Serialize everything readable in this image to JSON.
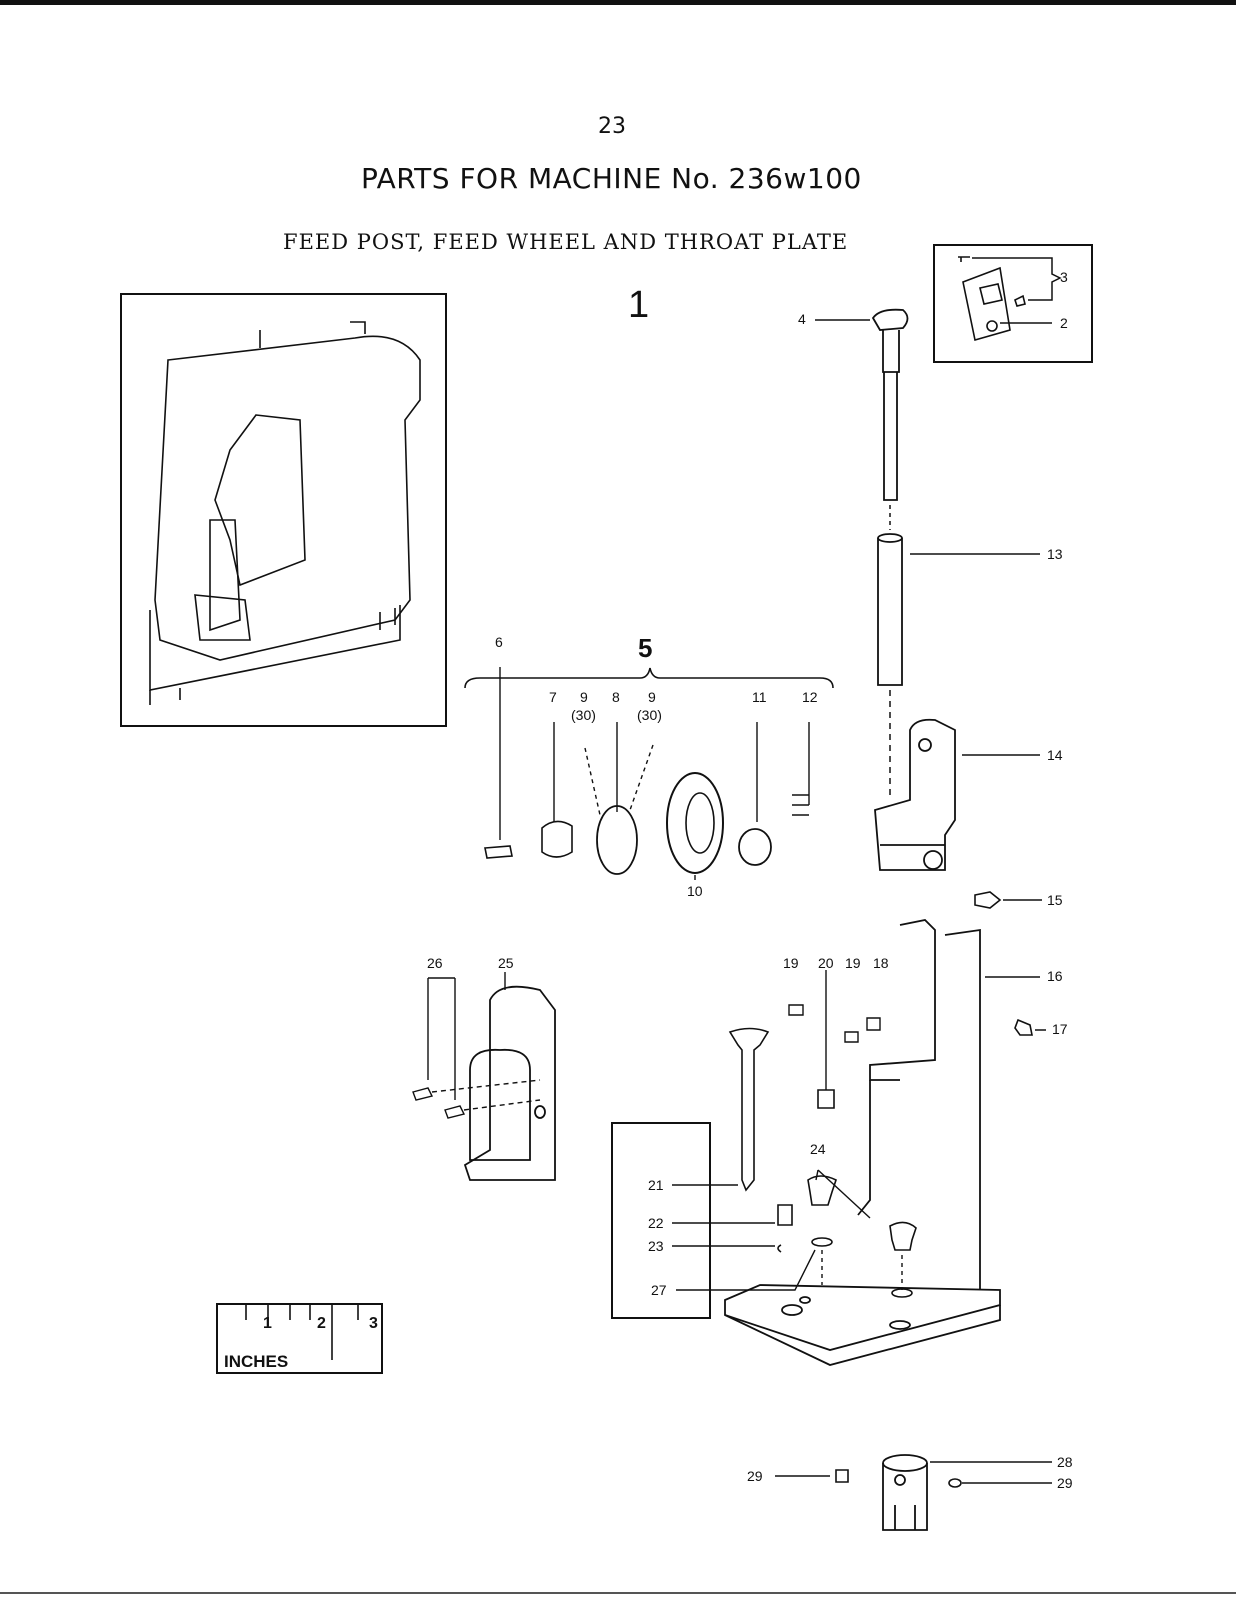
{
  "page": {
    "number": "23",
    "title": "PARTS FOR MACHINE No. 236w100",
    "subtitle": "FEED POST, FEED WHEEL AND THROAT PLATE"
  },
  "groups": {
    "g1": "1",
    "g5": "5"
  },
  "callouts": {
    "c2": "2",
    "c3": "3",
    "c4": "4",
    "c6": "6",
    "c7": "7",
    "c9a": "9",
    "c9a_sub": "(30)",
    "c8": "8",
    "c9b": "9",
    "c9b_sub": "(30)",
    "c10": "10",
    "c11": "11",
    "c12": "12",
    "c13": "13",
    "c14": "14",
    "c15": "15",
    "c16": "16",
    "c17": "17",
    "c18": "18",
    "c19a": "19",
    "c20": "20",
    "c19b": "19",
    "c21": "21",
    "c22": "22",
    "c23": "23",
    "c24": "24",
    "c25": "25",
    "c26": "26",
    "c27": "27",
    "c28": "28",
    "c29a": "29",
    "c29b": "29"
  },
  "ruler": {
    "marks": [
      "1",
      "2",
      "3"
    ],
    "unit": "INCHES"
  }
}
